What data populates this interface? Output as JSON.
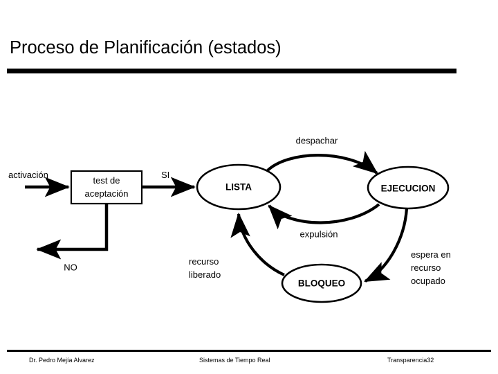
{
  "slide": {
    "title": "Proceso de Planificación (estados)"
  },
  "diagram": {
    "process_box": {
      "label_line1": "test de",
      "label_line2": "aceptación"
    },
    "states": [
      {
        "id": "lista",
        "label": "LISTA"
      },
      {
        "id": "ejecucion",
        "label": "EJECUCION"
      },
      {
        "id": "bloqueo",
        "label": "BLOQUEO"
      }
    ],
    "edges": [
      {
        "id": "activacion",
        "label": "activación"
      },
      {
        "id": "si",
        "label": "SI"
      },
      {
        "id": "no",
        "label": "NO"
      },
      {
        "id": "despachar",
        "label": "despachar"
      },
      {
        "id": "expulsion",
        "label": "expulsión"
      },
      {
        "id": "recurso-liberado",
        "label_line1": "recurso",
        "label_line2": "liberado"
      },
      {
        "id": "espera-recurso-ocupado",
        "label_line1": "espera en",
        "label_line2": "recurso",
        "label_line3": "ocupado"
      }
    ]
  },
  "footer": {
    "author": "Dr. Pedro Mejía Alvarez",
    "course": "Sistemas de Tiempo Real",
    "page": "Transparencia32"
  },
  "colors": {
    "ink": "#000000",
    "background": "#ffffff"
  }
}
